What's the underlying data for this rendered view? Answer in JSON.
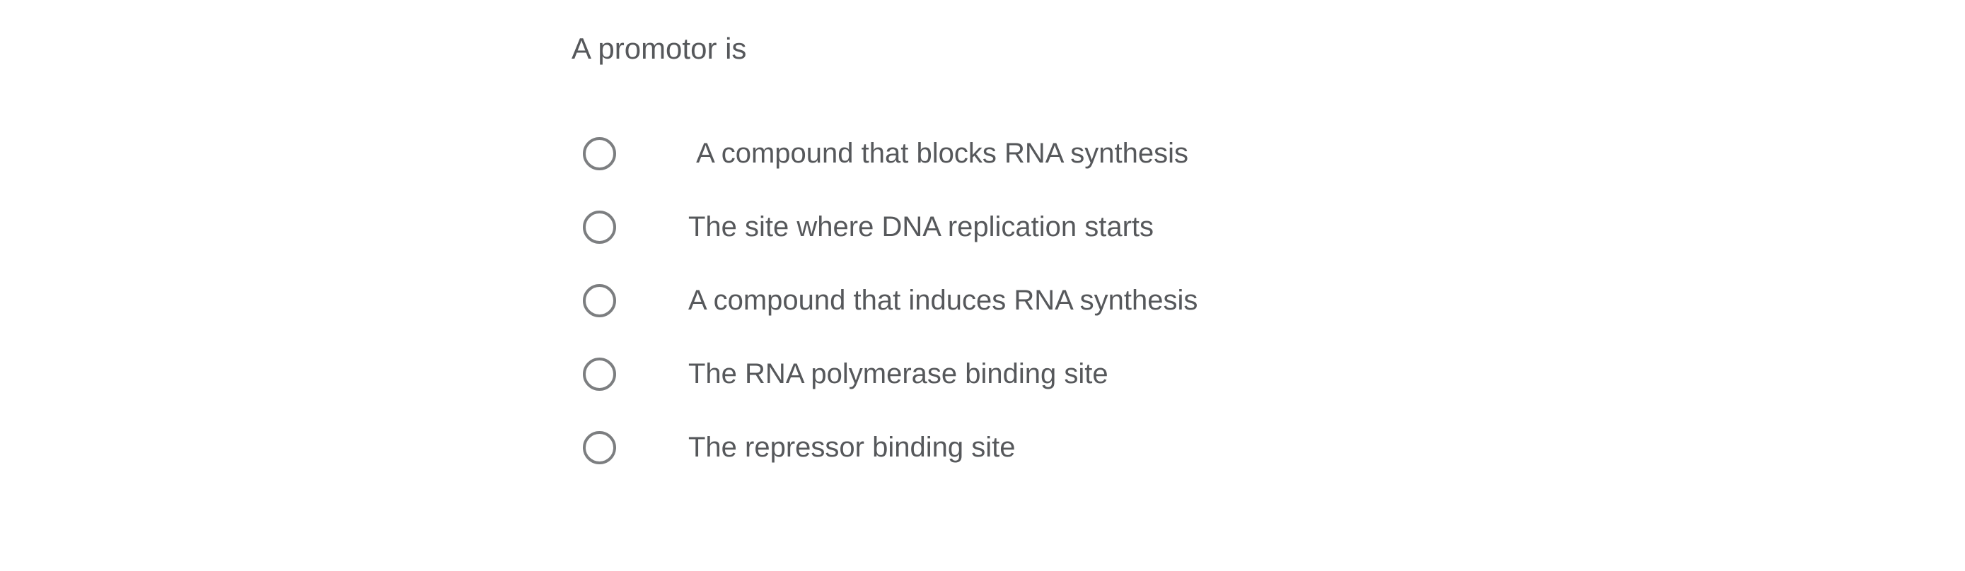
{
  "question": {
    "title": "A promotor is",
    "options": [
      {
        "label": " A compound that blocks RNA synthesis",
        "selected": false
      },
      {
        "label": "The site where DNA replication starts",
        "selected": false
      },
      {
        "label": "A compound that induces RNA synthesis",
        "selected": false
      },
      {
        "label": "The RNA polymerase binding site",
        "selected": false
      },
      {
        "label": "The repressor binding site",
        "selected": false
      }
    ]
  },
  "colors": {
    "background": "#ffffff",
    "text": "#56585b",
    "radio_border": "#7c7e80"
  }
}
